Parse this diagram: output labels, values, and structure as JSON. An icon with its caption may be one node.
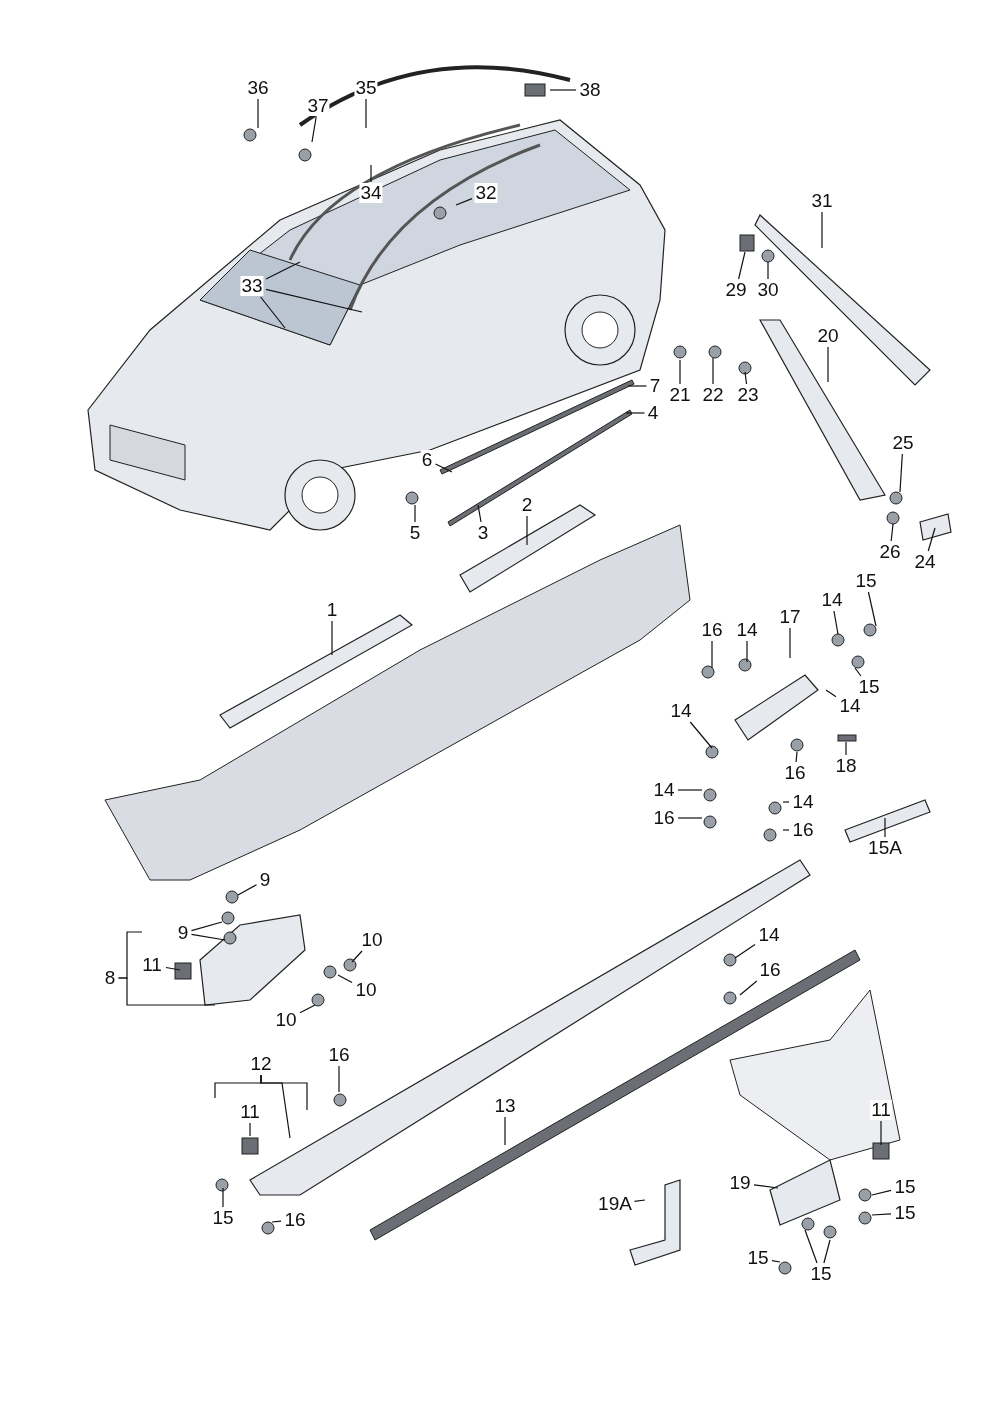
{
  "diagram": {
    "nodes": [
      {
        "text": [
          "36"
        ]
      },
      {
        "text": [
          "37"
        ]
      },
      {
        "text": [
          "35"
        ]
      },
      {
        "text": [
          "38"
        ]
      },
      {
        "text": [
          "34"
        ]
      },
      {
        "text": [
          "32"
        ]
      },
      {
        "text": [
          "31"
        ]
      },
      {
        "text": [
          "33"
        ]
      },
      {
        "text": [
          "29"
        ]
      },
      {
        "text": [
          "30"
        ]
      },
      {
        "text": [
          "20"
        ]
      },
      {
        "text": [
          "21"
        ]
      },
      {
        "text": [
          "22"
        ]
      },
      {
        "text": [
          "23"
        ]
      },
      {
        "text": [
          "7"
        ]
      },
      {
        "text": [
          "4"
        ]
      },
      {
        "text": [
          "6"
        ]
      },
      {
        "text": [
          "25"
        ]
      },
      {
        "text": [
          "5"
        ]
      },
      {
        "text": [
          "3"
        ]
      },
      {
        "text": [
          "2"
        ]
      },
      {
        "text": [
          "26"
        ]
      },
      {
        "text": [
          "24"
        ]
      },
      {
        "text": [
          "1"
        ]
      },
      {
        "text": [
          "15"
        ]
      },
      {
        "text": [
          "14"
        ]
      },
      {
        "text": [
          "16"
        ]
      },
      {
        "text": [
          "14"
        ]
      },
      {
        "text": [
          "17"
        ]
      },
      {
        "text": [
          "15"
        ]
      },
      {
        "text": [
          "14"
        ]
      },
      {
        "text": [
          "14"
        ]
      },
      {
        "text": [
          "16"
        ]
      },
      {
        "text": [
          "18"
        ]
      },
      {
        "text": [
          "14"
        ]
      },
      {
        "text": [
          "14"
        ]
      },
      {
        "text": [
          "16"
        ]
      },
      {
        "text": [
          "16"
        ]
      },
      {
        "text": [
          "15A"
        ]
      },
      {
        "text": [
          "9"
        ]
      },
      {
        "text": [
          "9"
        ]
      },
      {
        "text": [
          "10"
        ]
      },
      {
        "text": [
          "8"
        ]
      },
      {
        "text": [
          "11"
        ]
      },
      {
        "text": [
          "10"
        ]
      },
      {
        "text": [
          "10"
        ]
      },
      {
        "text": [
          "14"
        ]
      },
      {
        "text": [
          "16"
        ]
      },
      {
        "text": [
          "12"
        ]
      },
      {
        "text": [
          "16"
        ]
      },
      {
        "text": [
          "11"
        ]
      },
      {
        "text": [
          "13"
        ]
      },
      {
        "text": [
          "11"
        ]
      },
      {
        "text": [
          "19"
        ]
      },
      {
        "text": [
          "15"
        ]
      },
      {
        "text": [
          "19A"
        ]
      },
      {
        "text": [
          "15"
        ]
      },
      {
        "text": [
          "15"
        ]
      },
      {
        "text": [
          "16"
        ]
      },
      {
        "text": [
          "15"
        ]
      },
      {
        "text": [
          "15"
        ]
      }
    ],
    "edges": [
      {
        "from": 0,
        "to": null,
        "arrow": "none"
      },
      {
        "from": 1,
        "to": null,
        "arrow": "none"
      },
      {
        "from": 2,
        "to": null,
        "arrow": "none"
      },
      {
        "from": 3,
        "to": null,
        "arrow": "none"
      },
      {
        "from": 4,
        "to": null,
        "arrow": "none"
      },
      {
        "from": 5,
        "to": null,
        "arrow": "none"
      },
      {
        "from": 6,
        "to": null,
        "arrow": "none"
      },
      {
        "from": 7,
        "to": null,
        "arrow": "none"
      },
      {
        "from": 7,
        "to": null,
        "arrow": "none"
      },
      {
        "from": 7,
        "to": null,
        "arrow": "none"
      },
      {
        "from": 8,
        "to": null,
        "arrow": "none"
      },
      {
        "from": 9,
        "to": null,
        "arrow": "none"
      },
      {
        "from": 10,
        "to": null,
        "arrow": "none"
      },
      {
        "from": 11,
        "to": null,
        "arrow": "none"
      },
      {
        "from": 12,
        "to": null,
        "arrow": "none"
      },
      {
        "from": 13,
        "to": null,
        "arrow": "none"
      },
      {
        "from": 14,
        "to": null,
        "arrow": "none"
      },
      {
        "from": 15,
        "to": null,
        "arrow": "none"
      },
      {
        "from": 16,
        "to": null,
        "arrow": "none"
      },
      {
        "from": 17,
        "to": null,
        "arrow": "none"
      },
      {
        "from": 18,
        "to": null,
        "arrow": "none"
      },
      {
        "from": 19,
        "to": null,
        "arrow": "none"
      },
      {
        "from": 20,
        "to": null,
        "arrow": "none"
      },
      {
        "from": 21,
        "to": null,
        "arrow": "none"
      },
      {
        "from": 22,
        "to": null,
        "arrow": "none"
      },
      {
        "from": 23,
        "to": null,
        "arrow": "none"
      },
      {
        "from": 24,
        "to": null,
        "arrow": "none"
      },
      {
        "from": 25,
        "to": null,
        "arrow": "none"
      },
      {
        "from": 26,
        "to": null,
        "arrow": "none"
      },
      {
        "from": 27,
        "to": null,
        "arrow": "none"
      },
      {
        "from": 28,
        "to": null,
        "arrow": "none"
      },
      {
        "from": 29,
        "to": null,
        "arrow": "none"
      },
      {
        "from": 30,
        "to": null,
        "arrow": "none"
      },
      {
        "from": 31,
        "to": null,
        "arrow": "none"
      },
      {
        "from": 32,
        "to": null,
        "arrow": "none"
      },
      {
        "from": 33,
        "to": null,
        "arrow": "none"
      },
      {
        "from": 34,
        "to": null,
        "arrow": "none"
      },
      {
        "from": 35,
        "to": null,
        "arrow": "none"
      },
      {
        "from": 36,
        "to": null,
        "arrow": "none"
      },
      {
        "from": 37,
        "to": null,
        "arrow": "none"
      },
      {
        "from": 38,
        "to": null,
        "arrow": "none"
      },
      {
        "from": 39,
        "to": null,
        "arrow": "none"
      },
      {
        "from": 40,
        "to": null,
        "arrow": "none"
      },
      {
        "from": 40,
        "to": null,
        "arrow": "none"
      },
      {
        "from": 41,
        "to": null,
        "arrow": "none"
      },
      {
        "from": 42,
        "to": null,
        "arrow": "none"
      },
      {
        "from": 42,
        "to": null,
        "arrow": "none"
      },
      {
        "from": 43,
        "to": null,
        "arrow": "none"
      },
      {
        "from": 44,
        "to": null,
        "arrow": "none"
      },
      {
        "from": 45,
        "to": null,
        "arrow": "none"
      },
      {
        "from": 46,
        "to": null,
        "arrow": "none"
      },
      {
        "from": 47,
        "to": null,
        "arrow": "none"
      },
      {
        "from": 48,
        "to": null,
        "arrow": "none"
      },
      {
        "from": 48,
        "to": null,
        "arrow": "none"
      },
      {
        "from": 48,
        "to": null,
        "arrow": "none"
      },
      {
        "from": 49,
        "to": null,
        "arrow": "none"
      },
      {
        "from": 50,
        "to": null,
        "arrow": "none"
      },
      {
        "from": 51,
        "to": null,
        "arrow": "none"
      },
      {
        "from": 52,
        "to": null,
        "arrow": "none"
      },
      {
        "from": 53,
        "to": null,
        "arrow": "none"
      },
      {
        "from": 54,
        "to": null,
        "arrow": "none"
      },
      {
        "from": 55,
        "to": null,
        "arrow": "none"
      },
      {
        "from": 56,
        "to": null,
        "arrow": "none"
      },
      {
        "from": 57,
        "to": null,
        "arrow": "none"
      },
      {
        "from": 58,
        "to": null,
        "arrow": "none"
      },
      {
        "from": 59,
        "to": null,
        "arrow": "none"
      },
      {
        "from": 60,
        "to": null,
        "arrow": "none"
      },
      {
        "from": 60,
        "to": null,
        "arrow": "none"
      }
    ]
  }
}
